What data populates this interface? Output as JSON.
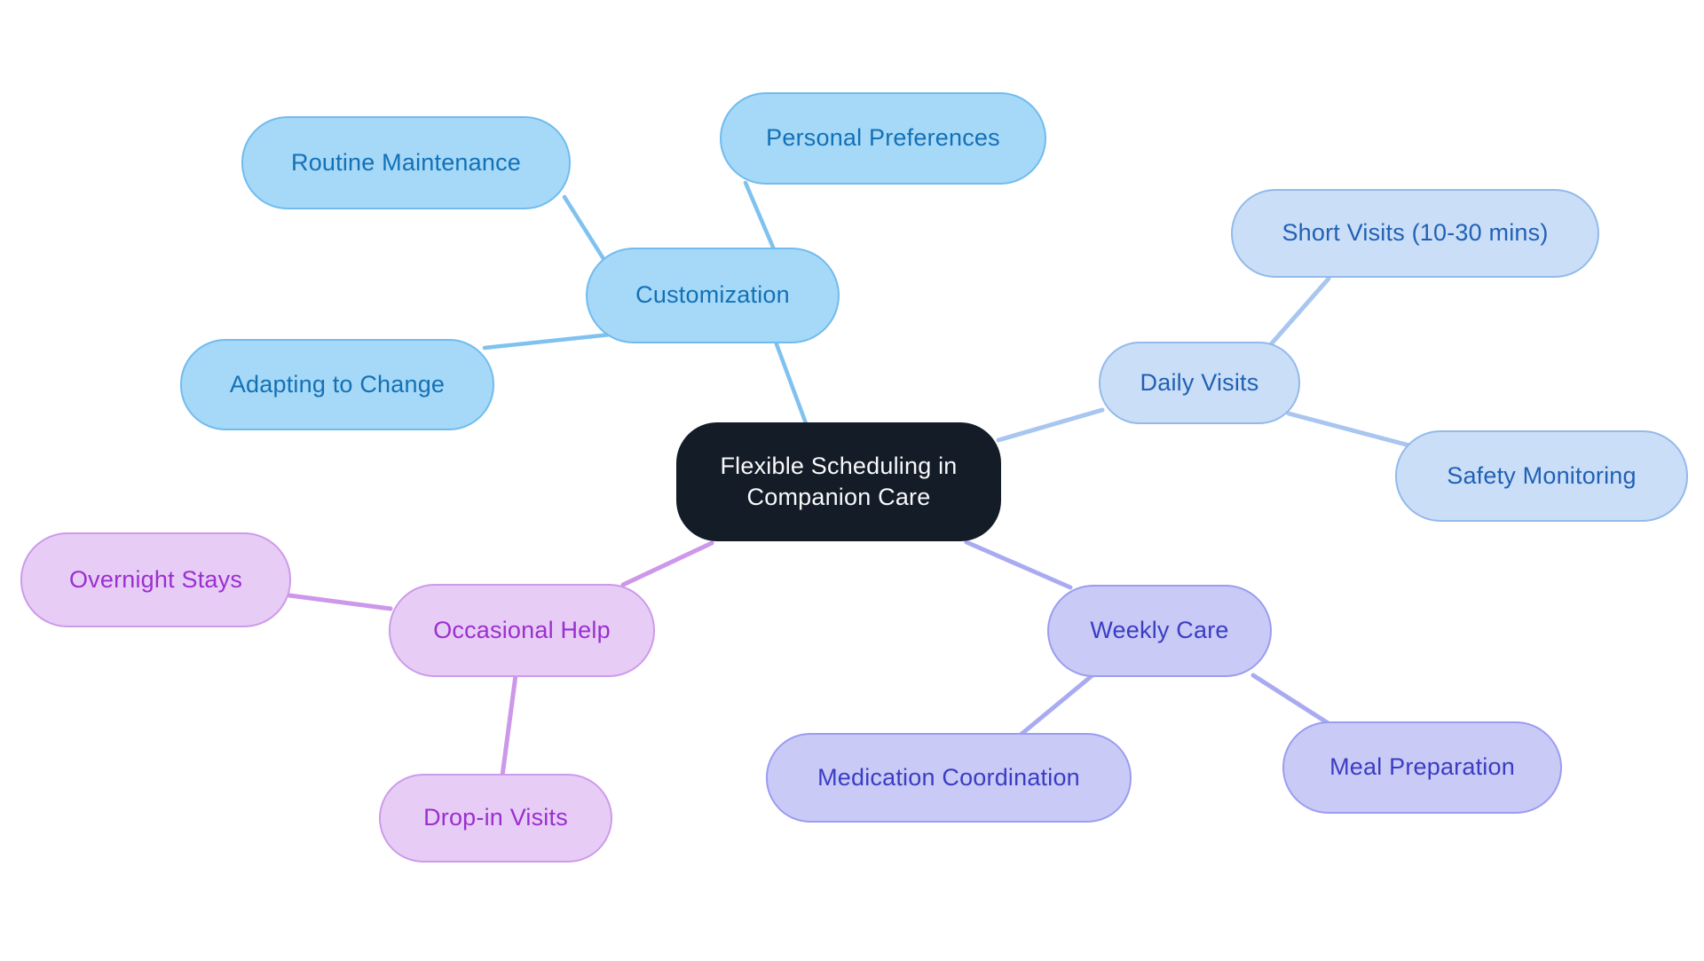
{
  "mindmap": {
    "root": {
      "label": "Flexible Scheduling in Companion Care",
      "colors": {
        "fill": "#141C28",
        "text": "#F7F9FB"
      }
    },
    "branches": [
      {
        "label": "Customization",
        "colors": {
          "fill": "#A6D8F8",
          "border": "#70BCEF",
          "text": "#1371B5",
          "line": "#7FC2EF"
        },
        "children": [
          {
            "label": "Routine Maintenance"
          },
          {
            "label": "Personal Preferences"
          },
          {
            "label": "Adapting to Change"
          }
        ]
      },
      {
        "label": "Daily Visits",
        "colors": {
          "fill": "#CADEF7",
          "border": "#93BAEA",
          "text": "#2161B5",
          "line": "#A9C6F0"
        },
        "children": [
          {
            "label": "Short Visits (10-30 mins)"
          },
          {
            "label": "Safety Monitoring"
          }
        ]
      },
      {
        "label": "Weekly Care",
        "colors": {
          "fill": "#C9CAF6",
          "border": "#9B9DF0",
          "text": "#3A3DC3",
          "line": "#A9ABF2"
        },
        "children": [
          {
            "label": "Medication Coordination"
          },
          {
            "label": "Meal Preparation"
          }
        ]
      },
      {
        "label": "Occasional Help",
        "colors": {
          "fill": "#E7CDF6",
          "border": "#CD9BEA",
          "text": "#9B2FD0",
          "line": "#CD97EA"
        },
        "children": [
          {
            "label": "Overnight Stays"
          },
          {
            "label": "Drop-in Visits"
          }
        ]
      }
    ]
  }
}
